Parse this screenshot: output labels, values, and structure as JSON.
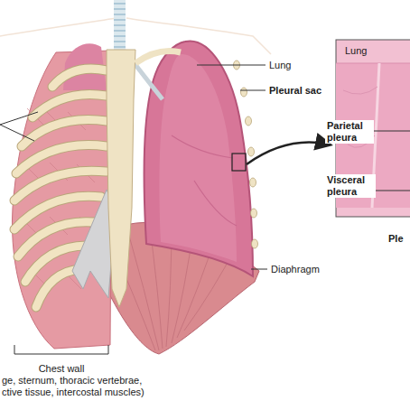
{
  "diagram": {
    "labels": [
      "Lung",
      "Pleural sac",
      "Lung",
      "Parietal pleura",
      "Visceral pleura",
      "Ple",
      "Diaphragm",
      "Chest wall",
      "ge, sternum, thoracic vertebrae,",
      "ctive tissue, intercostal muscles)"
    ]
  }
}
